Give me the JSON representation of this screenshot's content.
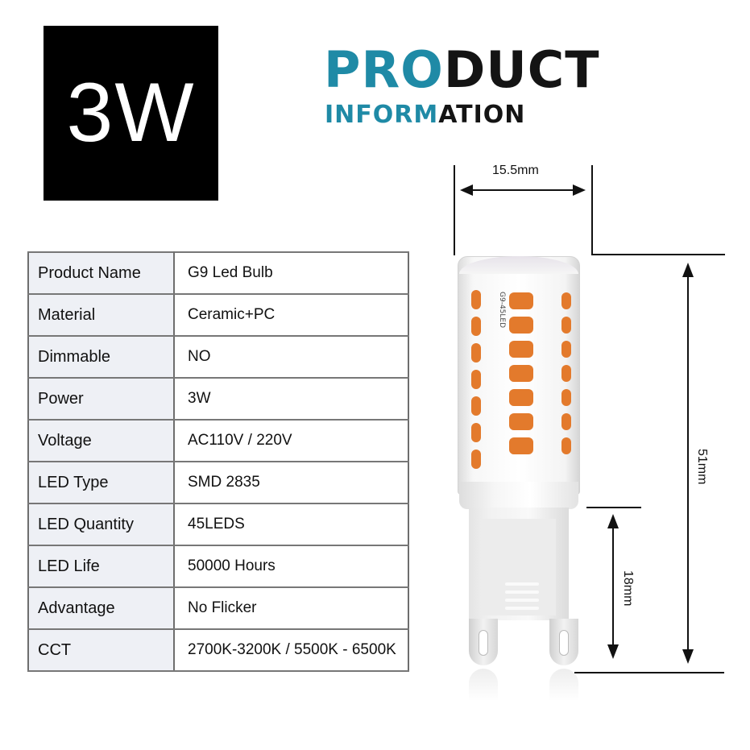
{
  "badge": {
    "label": "3W"
  },
  "header": {
    "line1_accent": "PRO",
    "line1_dark": "DUCT",
    "line2_accent": "INFORM",
    "line2_dark": "ATION",
    "colors": {
      "accent": "#1f8aa6",
      "dark": "#141414"
    }
  },
  "specs": {
    "rows": [
      {
        "label": "Product Name",
        "value": "G9 Led Bulb"
      },
      {
        "label": "Material",
        "value": "Ceramic+PC"
      },
      {
        "label": "Dimmable",
        "value": "NO"
      },
      {
        "label": "Power",
        "value": "3W"
      },
      {
        "label": "Voltage",
        "value": "AC110V / 220V"
      },
      {
        "label": "LED Type",
        "value": "SMD 2835"
      },
      {
        "label": "LED Quantity",
        "value": "45LEDS"
      },
      {
        "label": "LED Life",
        "value": "50000 Hours"
      },
      {
        "label": "Advantage",
        "value": "No Flicker"
      },
      {
        "label": "CCT",
        "value": "2700K-3200K / 5500K - 6500K"
      }
    ]
  },
  "diagram": {
    "chip_label": "G9-45LED",
    "width_label": "15.5mm",
    "height_label": "51mm",
    "base_label": "18mm",
    "led_color": "#e37a2c"
  }
}
